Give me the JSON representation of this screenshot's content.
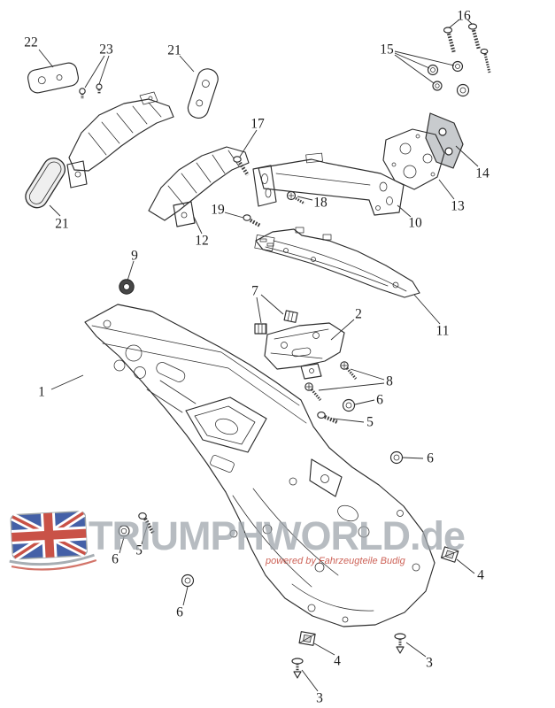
{
  "diagram": {
    "watermark": {
      "brand": "TRIUMPHWORLD.de",
      "tagline": "powered by Fahrzeugteile Budig"
    },
    "callouts": [
      "22",
      "23",
      "21",
      "16",
      "15",
      "17",
      "14",
      "13",
      "10",
      "18",
      "19",
      "12",
      "21",
      "9",
      "7",
      "2",
      "11",
      "8",
      "6",
      "5",
      "6",
      "1",
      "5",
      "6",
      "6",
      "4",
      "3",
      "4",
      "3"
    ],
    "colors": {
      "line": "#2c2c2c",
      "background": "#ffffff",
      "watermark_text": "#9ba3a9",
      "watermark_accent": "#c0392b"
    }
  }
}
